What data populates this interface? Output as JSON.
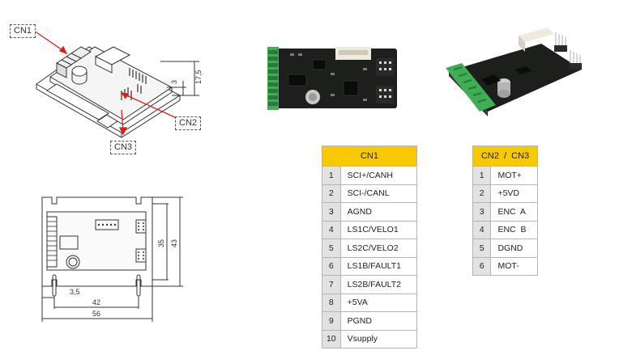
{
  "callouts": {
    "cn1": "CN1",
    "cn2": "CN2",
    "cn3": "CN3"
  },
  "dimensions_3d": {
    "height_total": "17,5",
    "height_board": "3"
  },
  "dimensions_top": {
    "inner_height": "35",
    "outer_height": "43",
    "hole_offset": "3,5",
    "hole_spacing": "42",
    "total_width": "56"
  },
  "cn1_table": {
    "header": "CN1",
    "rows": [
      {
        "num": "1",
        "signal": "SCI+/CANH"
      },
      {
        "num": "2",
        "signal": "SCI-/CANL"
      },
      {
        "num": "3",
        "signal": "AGND"
      },
      {
        "num": "4",
        "signal": "LS1C/VELO1"
      },
      {
        "num": "5",
        "signal": "LS2C/VELO2"
      },
      {
        "num": "6",
        "signal": "LS1B/FAULT1"
      },
      {
        "num": "7",
        "signal": "LS2B/FAULT2"
      },
      {
        "num": "8",
        "signal": "+5VA"
      },
      {
        "num": "9",
        "signal": "PGND"
      },
      {
        "num": "10",
        "signal": "Vsupply"
      }
    ]
  },
  "cn23_table": {
    "header": "CN2  /  CN3",
    "rows": [
      {
        "num": "1",
        "signal": "MOT+"
      },
      {
        "num": "2",
        "signal": "+5VD"
      },
      {
        "num": "3",
        "signal": "ENC  A"
      },
      {
        "num": "4",
        "signal": "ENC  B"
      },
      {
        "num": "5",
        "signal": "DGND"
      },
      {
        "num": "6",
        "signal": "MOT-"
      }
    ]
  },
  "colors": {
    "header_yellow": "#f7c900",
    "num_cell_gray": "#e2e2e2",
    "arrow_red": "#d8201c",
    "pcb_dark": "#1c1f1c",
    "terminal_green": "#3fae55"
  }
}
